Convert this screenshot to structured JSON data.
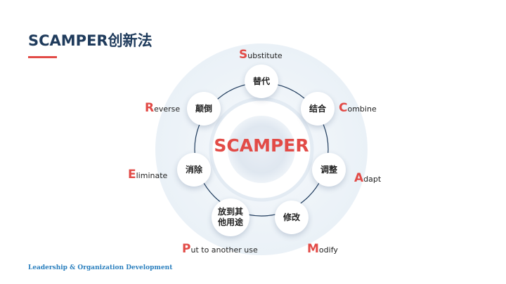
{
  "title": "SCAMPER创新法",
  "footer": "Leadership & Organization Development",
  "center": "SCAMPER",
  "nodes": {
    "substitute": "替代",
    "combine": "结合",
    "adapt": "调整",
    "modify": "修改",
    "put": "放到其\n他用途",
    "eliminate": "消除",
    "reverse": "颠倒"
  },
  "labels": {
    "substitute": {
      "cap": "S",
      "rest": "ubstitute"
    },
    "combine": {
      "cap": "C",
      "rest": "ombine"
    },
    "adapt": {
      "cap": "A",
      "rest": "dapt"
    },
    "modify": {
      "cap": "M",
      "rest": "odify"
    },
    "put": {
      "cap": "P",
      "rest": "ut to another use"
    },
    "eliminate": {
      "cap": "E",
      "rest": "liminate"
    },
    "reverse": {
      "cap": "R",
      "rest": "everse"
    }
  },
  "colors": {
    "accent": "#e24b47",
    "title": "#1f3b5c",
    "footer": "#2a7fbe"
  }
}
